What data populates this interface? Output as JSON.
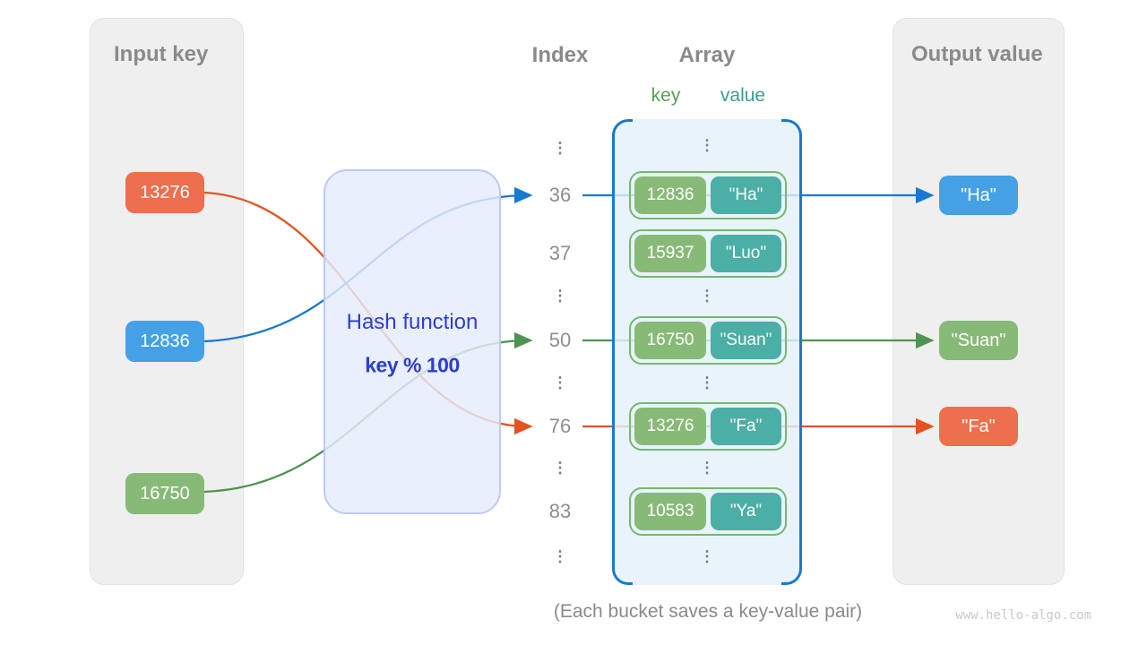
{
  "glyphs": {
    "vertical_ellipsis": "⋮"
  },
  "colors": {
    "panel_background": "#efefef",
    "heading_gray": "#8a8a8a",
    "orange_box": "#ee6f4d",
    "blue_box": "#45a1e6",
    "green_box": "#87ba77",
    "teal_box": "#4bafa5",
    "line_orange": "#e2541f",
    "line_blue": "#1779d2",
    "line_green": "#4e9452",
    "hash_box_background": "#e6ebfb",
    "hash_box_border": "#bfc9f4",
    "hash_text_blue": "#2b3ed3",
    "array_background": "#e3f0fb",
    "array_bracket_blue": "#1779d2",
    "pair_border_green": "#74b96f",
    "key_label_green": "#57a05a",
    "value_label_teal": "#3b9c96"
  },
  "input_panel": {
    "title": "Input key",
    "keys": [
      "13276",
      "12836",
      "16750"
    ]
  },
  "hash_box": {
    "title": "Hash function",
    "formula": "key % 100"
  },
  "index_column": {
    "title": "Index",
    "indices": [
      "36",
      "37",
      "50",
      "76",
      "83"
    ]
  },
  "array_panel": {
    "title": "Array",
    "key_label": "key",
    "value_label": "value",
    "pairs": [
      {
        "key": "12836",
        "value": "\"Ha\""
      },
      {
        "key": "15937",
        "value": "\"Luo\""
      },
      {
        "key": "16750",
        "value": "\"Suan\""
      },
      {
        "key": "13276",
        "value": "\"Fa\""
      },
      {
        "key": "10583",
        "value": "\"Ya\""
      }
    ]
  },
  "output_panel": {
    "title": "Output value",
    "values": [
      "\"Ha\"",
      "\"Suan\"",
      "\"Fa\""
    ]
  },
  "caption": "(Each bucket saves a key-value pair)",
  "watermark": "www.hello-algo.com"
}
